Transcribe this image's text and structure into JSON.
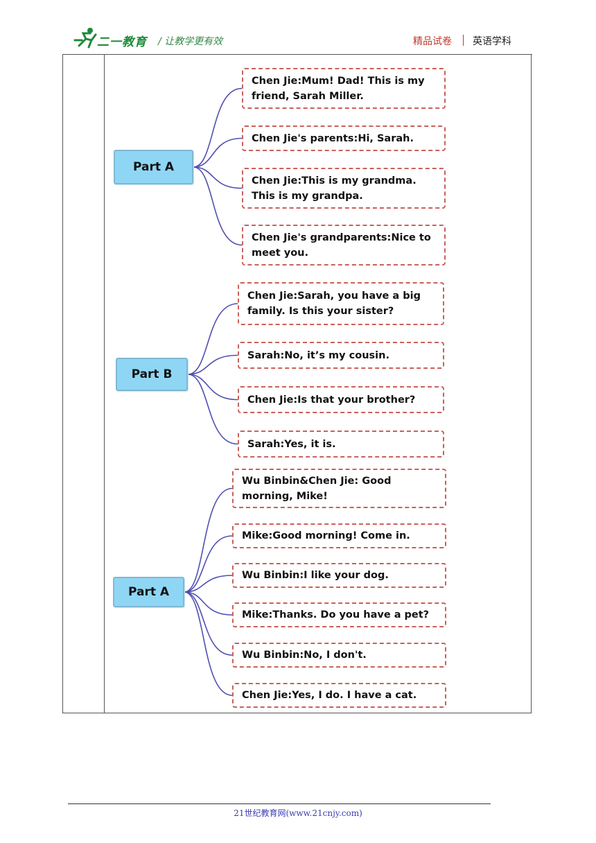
{
  "header": {
    "logo_text": "二一教育",
    "slogan": "/  让教学更有效",
    "brand": "精品试卷",
    "subject": "英语学科"
  },
  "colors": {
    "part_fill": "#8fd6f5",
    "node_border": "#c9605a",
    "branch_line": "#4f4fb0"
  },
  "sections": [
    {
      "title": "Part A",
      "lines": [
        "Chen Jie:Mum! Dad! This is my friend, Sarah Miller.",
        "Chen Jie's parents:Hi, Sarah.",
        "Chen Jie:This is my grandma. This is my grandpa.",
        "Chen Jie's grandparents:Nice to meet you."
      ]
    },
    {
      "title": "Part B",
      "lines": [
        "Chen Jie:Sarah, you have a big family. Is this your sister?",
        "Sarah:No, it’s my cousin.",
        "Chen Jie:Is that your brother?",
        "Sarah:Yes, it is."
      ]
    },
    {
      "title": "Part A",
      "lines": [
        "Wu Binbin&Chen Jie: Good morning, Mike!",
        "Mike:Good morning! Come in.",
        "Wu Binbin:I like your dog.",
        "Mike:Thanks. Do you have a pet?",
        "Wu Binbin:No, I don't.",
        "Chen Jie:Yes, I do. I have a cat."
      ]
    }
  ],
  "footer": {
    "text": "21世纪教育网(www.21cnjy.com)"
  }
}
